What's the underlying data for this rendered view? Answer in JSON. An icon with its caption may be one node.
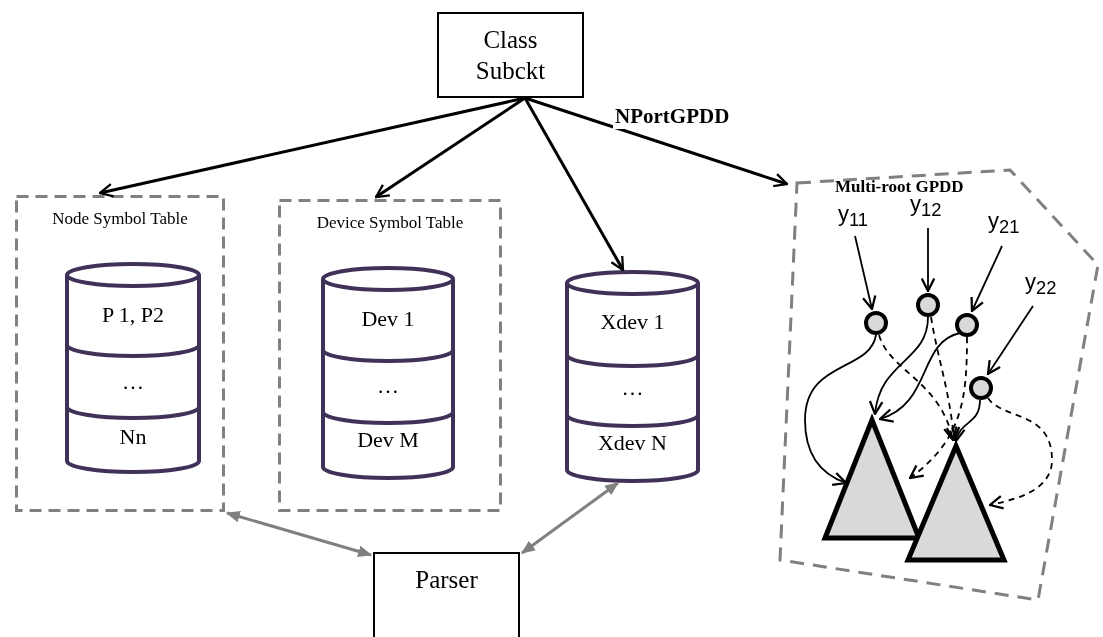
{
  "diagram": {
    "nodes": [
      {
        "text": [
          "Class Subckt"
        ]
      },
      {
        "text": [
          "Node Symbol Table"
        ]
      },
      {
        "text": [
          "P 1, P2",
          "…",
          "Nn"
        ],
        "in": 1
      },
      {
        "text": [
          "Device Symbol Table"
        ]
      },
      {
        "text": [
          "Dev 1",
          "…",
          "Dev M"
        ],
        "in": 3
      },
      {
        "text": [
          "Xdev 1",
          "…",
          "Xdev N"
        ]
      },
      {
        "text": [
          "Multi-root GPDD"
        ]
      },
      {
        "text": [
          "y$_{11}$"
        ],
        "in": 6
      },
      {
        "text": [
          "y$_{12}$"
        ],
        "in": 6
      },
      {
        "text": [
          "y$_{21}$"
        ],
        "in": 6
      },
      {
        "text": [
          "y$_{22}$"
        ],
        "in": 6
      },
      {
        "text": [],
        "shape": "circle",
        "in": 6
      },
      {
        "text": [],
        "shape": "circle",
        "in": 6
      },
      {
        "text": [],
        "shape": "circle",
        "in": 6
      },
      {
        "text": [],
        "shape": "circle",
        "in": 6
      },
      {
        "text": [],
        "shape": "triangle",
        "in": 6
      },
      {
        "text": [],
        "shape": "triangle",
        "in": 6
      },
      {
        "text": [
          "Parser"
        ]
      }
    ],
    "edges": [
      {
        "from": 0,
        "to": 1,
        "arrow": "to"
      },
      {
        "from": 0,
        "to": 3,
        "arrow": "to"
      },
      {
        "from": 0,
        "to": 5,
        "arrow": "to"
      },
      {
        "from": 0,
        "to": 6,
        "arrow": "to",
        "label": "NPortGPDD"
      },
      {
        "from": 1,
        "to": 17,
        "arrow": "both",
        "color": "#808080"
      },
      {
        "from": 5,
        "to": 17,
        "arrow": "both",
        "color": "#808080"
      },
      {
        "from": 7,
        "to": 11,
        "arrow": "to"
      },
      {
        "from": 8,
        "to": 12,
        "arrow": "to"
      },
      {
        "from": 9,
        "to": 13,
        "arrow": "to"
      },
      {
        "from": 10,
        "to": 14,
        "arrow": "to"
      },
      {
        "from": 11,
        "to": 15,
        "arrow": "to"
      },
      {
        "from": 11,
        "to": 16,
        "arrow": "to",
        "style": "dashed"
      },
      {
        "from": 12,
        "to": 15,
        "arrow": "to"
      },
      {
        "from": 12,
        "to": 16,
        "arrow": "to",
        "style": "dashed"
      },
      {
        "from": 13,
        "to": 15,
        "arrow": "to"
      },
      {
        "from": 13,
        "to": 15,
        "arrow": "to",
        "style": "dashed"
      },
      {
        "from": 14,
        "to": 16,
        "arrow": "to"
      },
      {
        "from": 14,
        "to": 16,
        "arrow": "to",
        "style": "dashed"
      }
    ]
  }
}
